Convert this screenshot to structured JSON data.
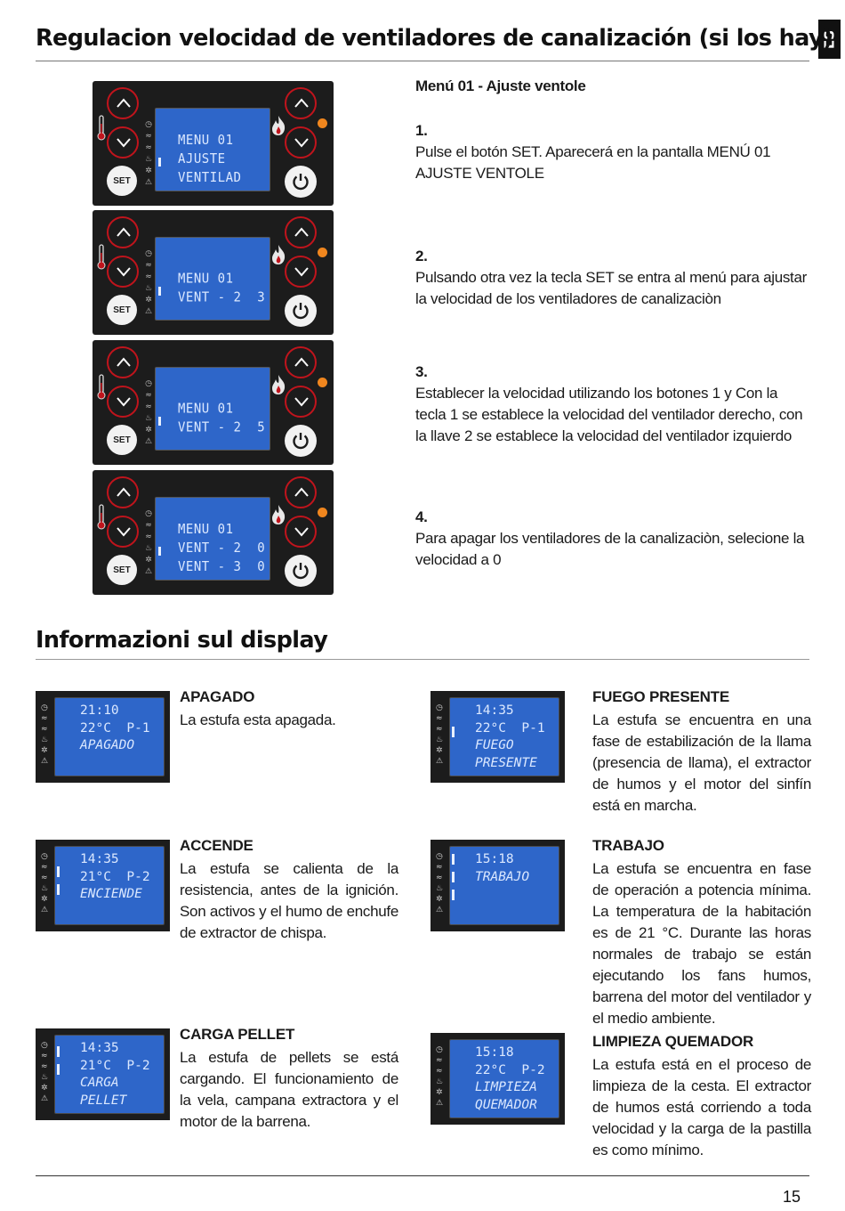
{
  "lang_tab": "ES",
  "section1": {
    "title": "Regulacion velocidad de ventiladores de canalización (si los hay)"
  },
  "section2": {
    "title": "Informazioni sul display"
  },
  "page_number": "15",
  "panel": {
    "set_label": "SET"
  },
  "panels": [
    {
      "lines": [
        "MENU 01",
        "AJUSTE",
        "VENTILAD"
      ]
    },
    {
      "lines": [
        "MENU 01",
        "VENT - 2  3"
      ]
    },
    {
      "lines": [
        "MENU 01",
        "VENT - 2  5"
      ]
    },
    {
      "lines": [
        "MENU 01",
        "VENT - 2  0",
        "VENT - 3  0"
      ]
    }
  ],
  "menu_title": "Menú 01 - Ajuste ventole",
  "steps": [
    {
      "num": "1.",
      "text": "Pulse el botón SET. Aparecerá en la pantalla MENÚ 01 AJUSTE VENTOLE"
    },
    {
      "num": "2.",
      "text": "Pulsando otra vez la tecla SET se entra al menú para ajustar la velocidad de los ventiladores de canalizaciòn"
    },
    {
      "num": "3.",
      "text": "Establecer la velocidad utilizando los botones 1 y Con la tecla 1 se establece la velocidad del ventilador derecho, con la llave 2 se establece la velocidad del ventilador izquierdo"
    },
    {
      "num": "4.",
      "text": "Para apagar los ventiladores de la canalizaciòn, selecione la velocidad a 0"
    }
  ],
  "states": [
    {
      "title": "APAGADO",
      "text": "La estufa esta apagada.",
      "lines": [
        "21:10",
        "22°C  P-1",
        "APAGADO"
      ]
    },
    {
      "title": "FUEGO PRESENTE",
      "text": "La estufa se encuentra en una fase de estabilización de la llama (presencia de llama), el extractor de humos y el motor del sinfín está en marcha.",
      "lines": [
        "14:35",
        "22°C  P-1",
        "FUEGO",
        "PRESENTE"
      ]
    },
    {
      "title": "ACCENDE",
      "text": "La estufa se calienta de la resistencia, antes de la ignición. Son activos y el humo de enchufe de extractor de chispa.",
      "lines": [
        "14:35",
        "21°C  P-2",
        "ENCIENDE"
      ]
    },
    {
      "title": "TRABAJO",
      "text": "La estufa se encuentra en fase de operación a potencia mínima. La temperatura de la habitación es de 21 °C. Durante las horas normales de trabajo se están ejecutando los fans humos, barrena del motor del ventilador y el medio ambiente.",
      "lines": [
        "15:18",
        "TRABAJO"
      ]
    },
    {
      "title": "CARGA PELLET",
      "text": "La estufa de pellets se está cargando. El funcionamiento de la vela, campana extractora y el motor de la barrena.",
      "lines": [
        "14:35",
        "21°C  P-2",
        "CARGA",
        "PELLET"
      ]
    },
    {
      "title": "LIMPIEZA QUEMADOR",
      "text": "La estufa está en el proceso de limpieza de la cesta. El extractor de humos está corriendo a toda velocidad y la carga de la pastilla es como mínimo.",
      "lines": [
        "15:18",
        "22°C  P-2",
        "LIMPIEZA",
        "QUEMADOR"
      ]
    }
  ]
}
